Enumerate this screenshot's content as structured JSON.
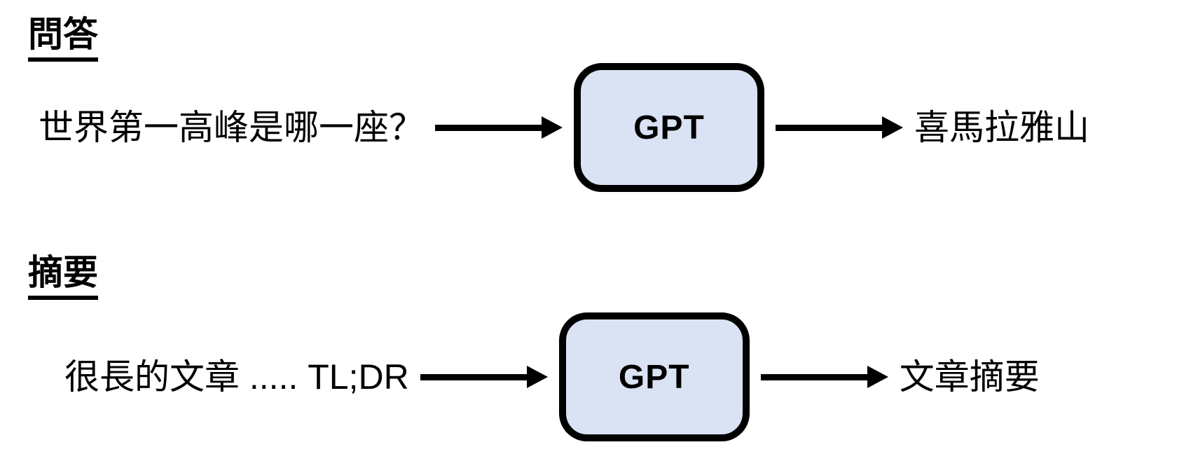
{
  "diagram": {
    "sections": [
      {
        "title": "問答",
        "input": "世界第一高峰是哪一座？",
        "model_label": "GPT",
        "output": "喜馬拉雅山"
      },
      {
        "title": "摘要",
        "input": "很長的文章 ..... TL;DR",
        "model_label": "GPT",
        "output": "文章摘要"
      }
    ],
    "colors": {
      "background": "#ffffff",
      "text": "#000000",
      "box_fill": "#dae3f3",
      "box_border": "#000000",
      "arrow": "#000000"
    }
  }
}
